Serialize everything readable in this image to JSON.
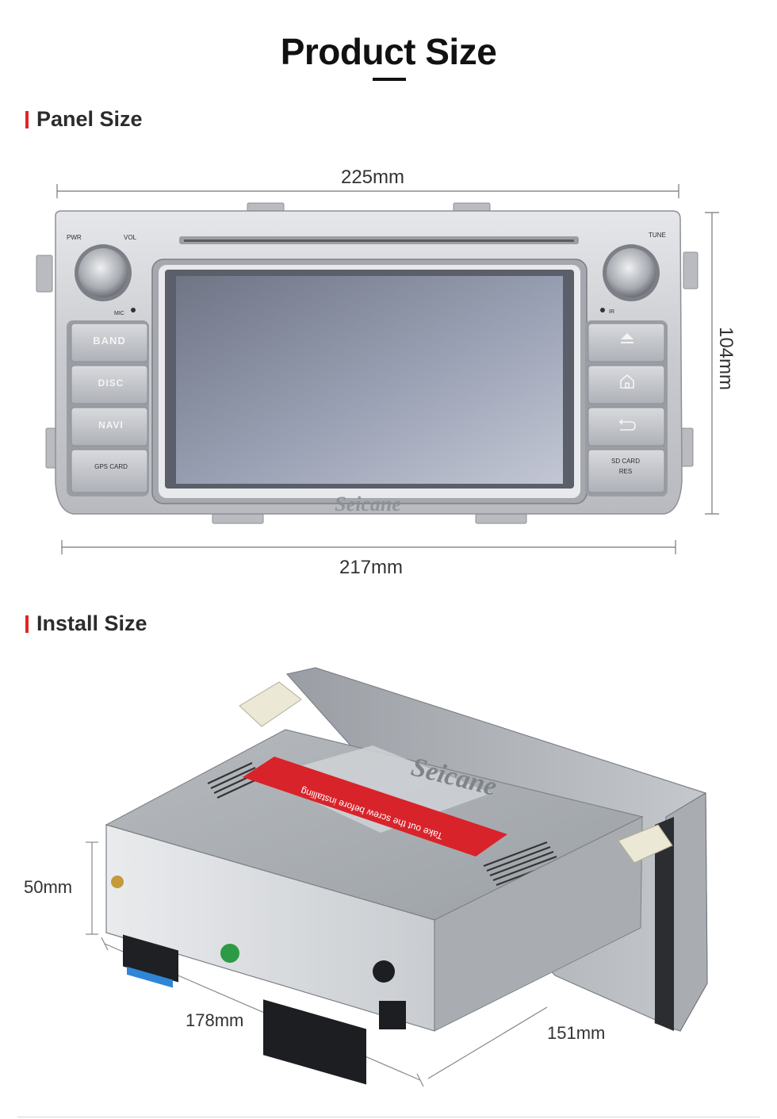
{
  "header": {
    "title": "Product Size"
  },
  "sections": {
    "panel": {
      "title": "Panel Size"
    },
    "install": {
      "title": "Install Size"
    }
  },
  "panel_dimensions": {
    "width_top": "225mm",
    "width_bottom": "217mm",
    "height": "104mm"
  },
  "install_dimensions": {
    "height": "50mm",
    "length": "178mm",
    "width": "151mm"
  },
  "device_panel": {
    "labels": {
      "pwr": "PWR",
      "vol": "VOL",
      "tune": "TUNE",
      "mic": "MIC",
      "ir": "IR",
      "sd_card": "SD CARD",
      "res": "RES"
    },
    "left_buttons": [
      "BAND",
      "DISC",
      "NAVI",
      "GPS CARD"
    ],
    "right_buttons": [
      "eject-icon",
      "home-icon",
      "back-icon",
      "sd-card"
    ],
    "brand_watermark": "Seicane"
  },
  "install_unit": {
    "brand": "Seicane",
    "sticker": "Take out the screw before installing"
  },
  "colors": {
    "accent": "#e02525",
    "panel_silver": "#c9cbd0",
    "screen": "#8e96ab",
    "sticker_red": "#d8232a"
  }
}
